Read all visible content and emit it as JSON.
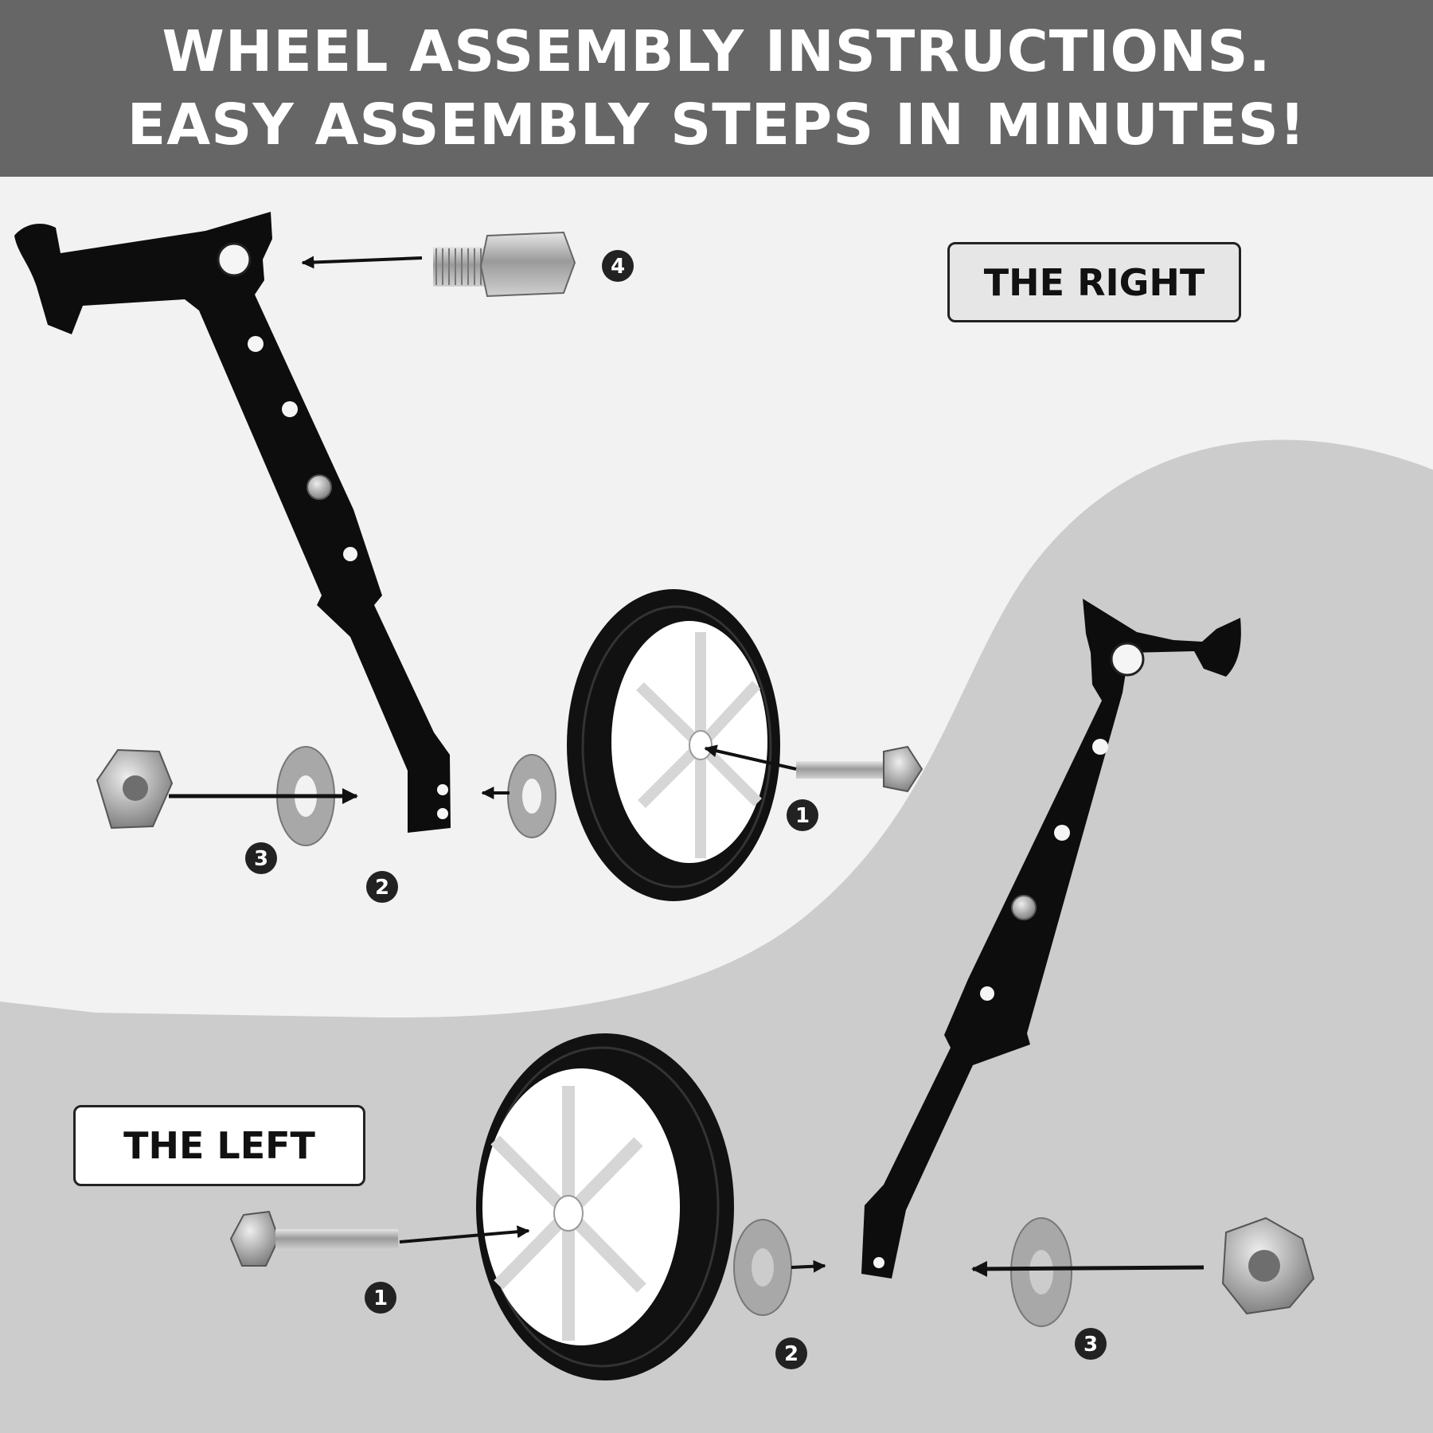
{
  "header": {
    "line1": "WHEEL ASSEMBLY INSTRUCTIONS.",
    "line2": "EASY ASSEMBLY STEPS IN MINUTES!"
  },
  "labels": {
    "right": "THE RIGHT",
    "left": "THE LEFT"
  },
  "steps": {
    "right": [
      "1",
      "2",
      "3",
      "4"
    ],
    "left": [
      "1",
      "2",
      "3"
    ]
  },
  "colors": {
    "header_bg": "#666666",
    "page_bg": "#f2f2f2",
    "lower_bg": "#cccccc",
    "bracket": "#0d0d0d",
    "tire": "#111111",
    "hub": "#ffffff",
    "metal": "#a8a8a8"
  }
}
